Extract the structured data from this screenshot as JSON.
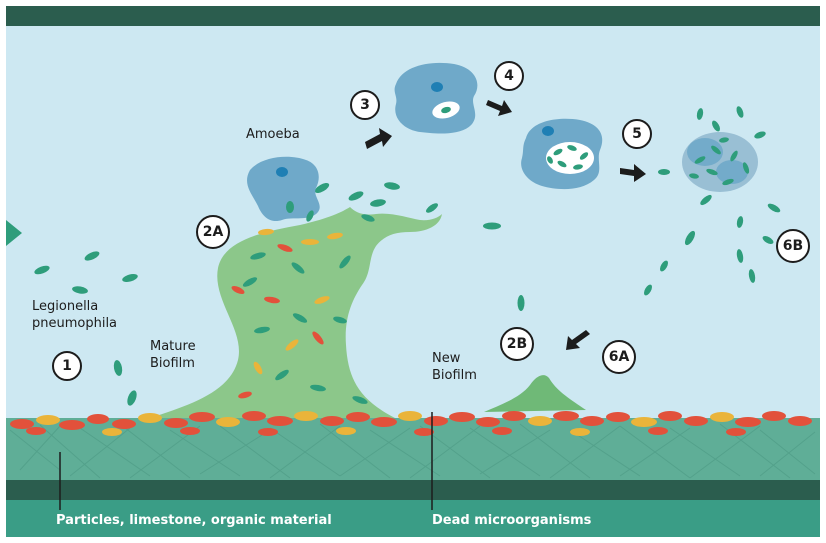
{
  "diagram": {
    "colors": {
      "water": "#cde8f2",
      "frame_dark": "#2b5d4e",
      "frame_light": "#3a9d86",
      "sediment": "#5fae97",
      "biofilm": "#8cc78a",
      "amoeba": "#6fa9c9",
      "bacteria_green": "#2e9d7b",
      "bacteria_red": "#e2513b",
      "bacteria_yellow": "#eab43a"
    },
    "labels": {
      "amoeba": "Amoeba",
      "legionella": "Legionella\npneumophila",
      "mature_biofilm": "Mature\nBiofilm",
      "new_biofilm": "New\nBiofilm",
      "particles": "Particles, limestone, organic material",
      "dead_microorganisms": "Dead microorganisms"
    },
    "steps": {
      "s1": "1",
      "s2a": "2A",
      "s2b": "2B",
      "s3": "3",
      "s4": "4",
      "s5": "5",
      "s6a": "6A",
      "s6b": "6B"
    }
  }
}
